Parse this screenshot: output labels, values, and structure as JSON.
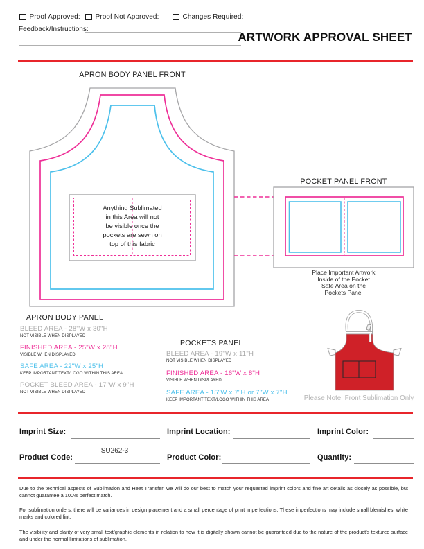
{
  "header": {
    "checkboxes": [
      {
        "label": "Proof Approved:"
      },
      {
        "label": "Proof Not Approved:"
      },
      {
        "label": "Changes Required:"
      }
    ],
    "feedback_label": "Feedback/Instructions:",
    "title": "ARTWORK APPROVAL SHEET"
  },
  "body_panel_diagram": {
    "title": "APRON BODY PANEL FRONT",
    "overlay_note_lines": [
      "Anything Sublimated",
      "in this Area will not",
      "be visible once the",
      "pockets are sewn on",
      "top of this fabric"
    ]
  },
  "pocket_panel_diagram": {
    "title": "POCKET PANEL FRONT",
    "caption_lines": [
      "Place Important Artwork",
      "Inside of the Pocket",
      "Safe Area on the",
      "Pockets Panel"
    ]
  },
  "apron_body_specs": {
    "heading": "APRON BODY PANEL",
    "items": [
      {
        "label": "BLEED AREA - 28\"W x 30\"H",
        "note": "NOT VISIBLE WHEN DISPLAYED",
        "color": "gray"
      },
      {
        "label": "FINISHED AREA - 25\"W x 28\"H",
        "note": "VISIBLE WHEN DISPLAYED",
        "color": "magenta"
      },
      {
        "label": "SAFE AREA - 22\"W x 25\"H",
        "note": "KEEP IMPORTANT TEXT/LOGO WITHIN THIS AREA",
        "color": "cyan"
      },
      {
        "label": "POCKET BLEED AREA - 17\"W x 9\"H",
        "note": "NOT VISIBLE WHEN DISPLAYED",
        "color": "gray"
      }
    ]
  },
  "pockets_specs": {
    "heading": "POCKETS PANEL",
    "items": [
      {
        "label": "BLEED AREA - 19\"W x 11\"H",
        "note": "NOT VISIBLE WHEN DISPLAYED",
        "color": "gray"
      },
      {
        "label": "FINISHED AREA - 16\"W x 8\"H",
        "note": "VISIBLE WHEN DISPLAYED",
        "color": "magenta"
      },
      {
        "label": "SAFE AREA - 15\"W x 7\"H or 7\"W x 7\"H",
        "note": "KEEP IMPORTANT TEXT/LOGO WITHIN THIS AREA",
        "color": "cyan"
      }
    ]
  },
  "product_preview": {
    "note": "Please Note: Front Sublimation Only"
  },
  "order_fields": {
    "row1": [
      {
        "label": "Imprint Size:",
        "value": ""
      },
      {
        "label": "Imprint Location:",
        "value": ""
      },
      {
        "label": "Imprint Color:",
        "value": ""
      }
    ],
    "row2": [
      {
        "label": "Product Code:",
        "value": "SU262-3"
      },
      {
        "label": "Product Color:",
        "value": ""
      },
      {
        "label": "Quantity:",
        "value": ""
      }
    ]
  },
  "disclaimers": [
    "Due to the technical aspects of Sublimation and Heat Transfer, we will do our best to match your requested imprint colors and fine art details as closely as possible, but cannot guarantee a 100% perfect match.",
    "For sublimation orders, there will be variances in design placement and a small percentage of print imperfections. These imperfections may include small blemishes, white marks and colored lint.",
    "The visibility and clarity of very small text/graphic elements in relation to how it is digitally shown cannot be guaranteed due to the nature of the product's textured surface and under the normal limitations of sublimation."
  ],
  "colors": {
    "magenta": "#ee2f97",
    "cyan": "#4cc0eb",
    "outline_gray": "#a5a5a7",
    "rule_red": "#e8252b",
    "apron_red": "#cf2128"
  }
}
